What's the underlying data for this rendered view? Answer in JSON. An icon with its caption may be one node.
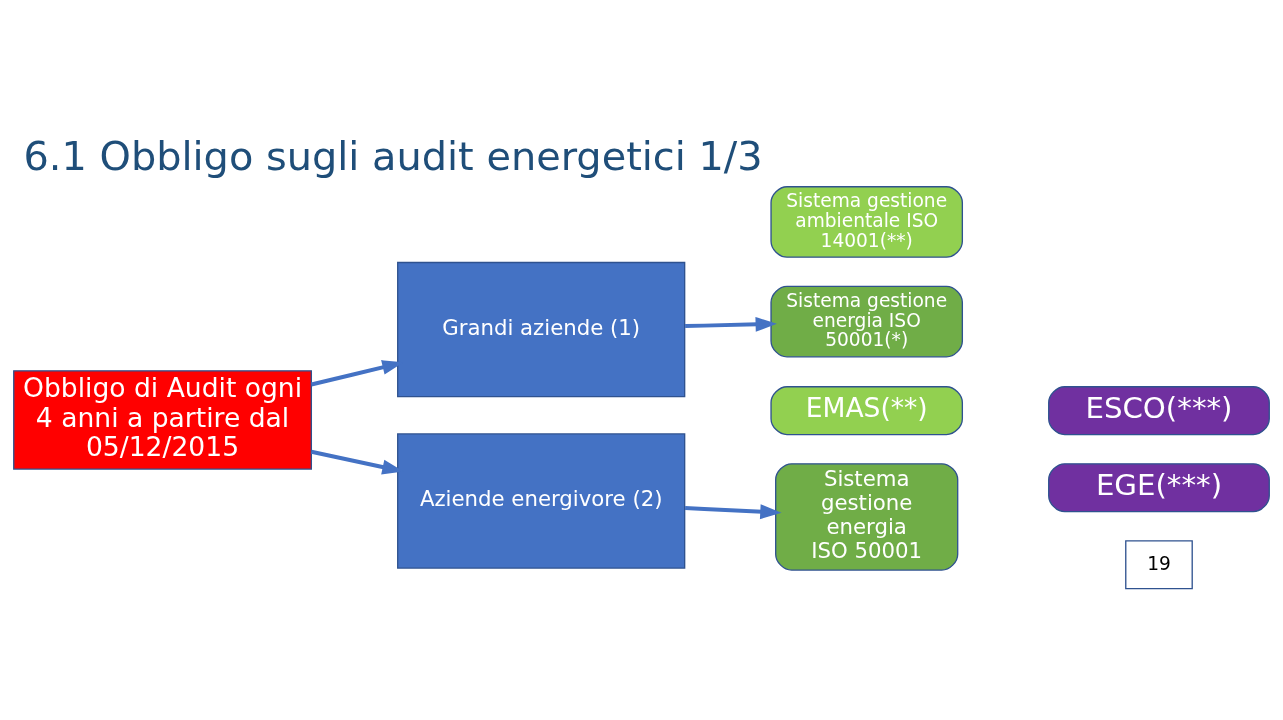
{
  "diagram": {
    "title": "6.1 Obbligo sugli audit energetici 1/3",
    "nodes": [
      {
        "text": [
          "Obbligo di Audit ogni 4 anni a partire dal 05/12/2015"
        ]
      },
      {
        "text": [
          "Grandi aziende (1)"
        ]
      },
      {
        "text": [
          "Aziende energivore (2)"
        ]
      },
      {
        "text": [
          "Sistema gestione ambientale ISO 14001(**)"
        ]
      },
      {
        "text": [
          "Sistema gestione energia ISO 50001(*)"
        ]
      },
      {
        "text": [
          "EMAS(**)"
        ]
      },
      {
        "text": [
          "ESCO(***)"
        ]
      },
      {
        "text": [
          "EGE(***)"
        ]
      },
      {
        "text": [
          "Sistema gestione energia ISO 50001"
        ]
      },
      {
        "text": [
          "19"
        ]
      }
    ],
    "edges": [
      {
        "from": 0,
        "to": 1,
        "arrow": "to"
      },
      {
        "from": 0,
        "to": 2,
        "arrow": "to"
      },
      {
        "from": 1,
        "to": 4,
        "arrow": "to"
      },
      {
        "from": 2,
        "to": 8,
        "arrow": "to"
      }
    ]
  }
}
